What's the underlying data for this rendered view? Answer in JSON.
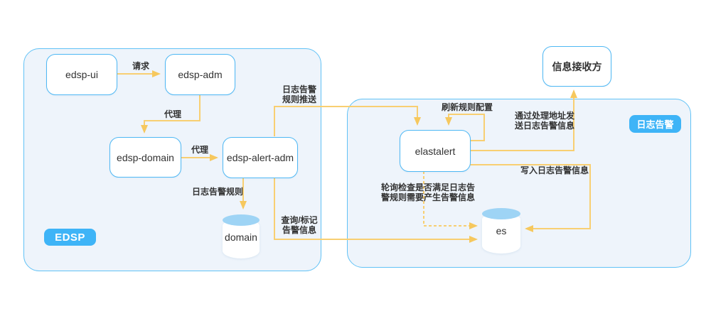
{
  "diagram": {
    "containers": {
      "edsp": {
        "badge": "EDSP"
      },
      "log_alert": {
        "badge": "日志告警"
      }
    },
    "nodes": {
      "edsp_ui": {
        "label": "edsp-ui"
      },
      "edsp_adm": {
        "label": "edsp-adm"
      },
      "edsp_domain": {
        "label": "edsp-domain"
      },
      "edsp_alert_adm": {
        "label": "edsp-alert-adm"
      },
      "domain_db": {
        "label": "domain"
      },
      "elastalert": {
        "label": "elastalert"
      },
      "es_db": {
        "label": "es"
      },
      "receiver": {
        "label": "信息接收方"
      }
    },
    "edges": {
      "request": {
        "label": "请求"
      },
      "proxy_adm": {
        "label": "代理"
      },
      "proxy_domain": {
        "label": "代理"
      },
      "alert_rule": {
        "label": "日志告警规则"
      },
      "rule_push": {
        "line1": "日志告警",
        "line2": "规则推送"
      },
      "refresh_rules": {
        "label": "刷新规则配置"
      },
      "send_via_address": {
        "line1": "通过处理地址发",
        "line2": "送日志告警信息"
      },
      "write_alert": {
        "label": "写入日志告警信息"
      },
      "poll_check": {
        "line1": "轮询检查是否满足日志告",
        "line2": "警规则需要产生告警信息"
      },
      "query_mark": {
        "line1": "查询/标记",
        "line2": "告警信息"
      }
    },
    "colors": {
      "accent_blue": "#3EB4F7",
      "node_border_blue": "#4FB8F4",
      "container_fill": "#EEF4FB",
      "container_border": "#61C2F6",
      "arrow_yellow": "#F8CF72",
      "arrowhead_yellow": "#F6C85E",
      "cylinder_top_blue": "#9ED4F5",
      "text": "#333333"
    }
  }
}
